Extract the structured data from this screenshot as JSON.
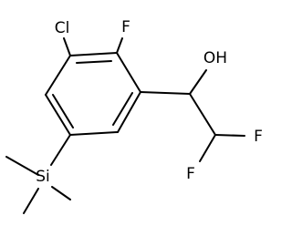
{
  "molecule": {
    "atoms": {
      "cl": "Cl",
      "f_ring": "F",
      "oh": "OH",
      "f_a": "F",
      "f_b": "F",
      "si": "Si"
    },
    "colors": {
      "bond": "#000000",
      "label": "#000000",
      "background": "#ffffff"
    }
  }
}
